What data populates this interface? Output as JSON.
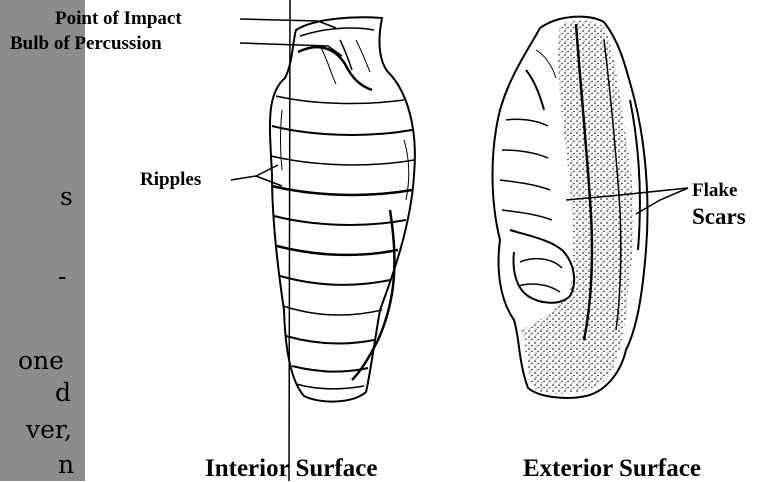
{
  "left_panel": {
    "text_fragments": [
      "s",
      "-",
      "one",
      "d",
      "ver,",
      "n"
    ]
  },
  "labels": {
    "point_of_impact": "Point of Impact",
    "bulb_of_percussion": "Bulb of Percussion",
    "ripples": "Ripples",
    "flake": "Flake",
    "scars": "Scars"
  },
  "captions": {
    "interior": "Interior Surface",
    "exterior": "Exterior Surface"
  },
  "colors": {
    "panel_gray": "#8c8c8c",
    "ink": "#000000",
    "background": "#ffffff"
  }
}
